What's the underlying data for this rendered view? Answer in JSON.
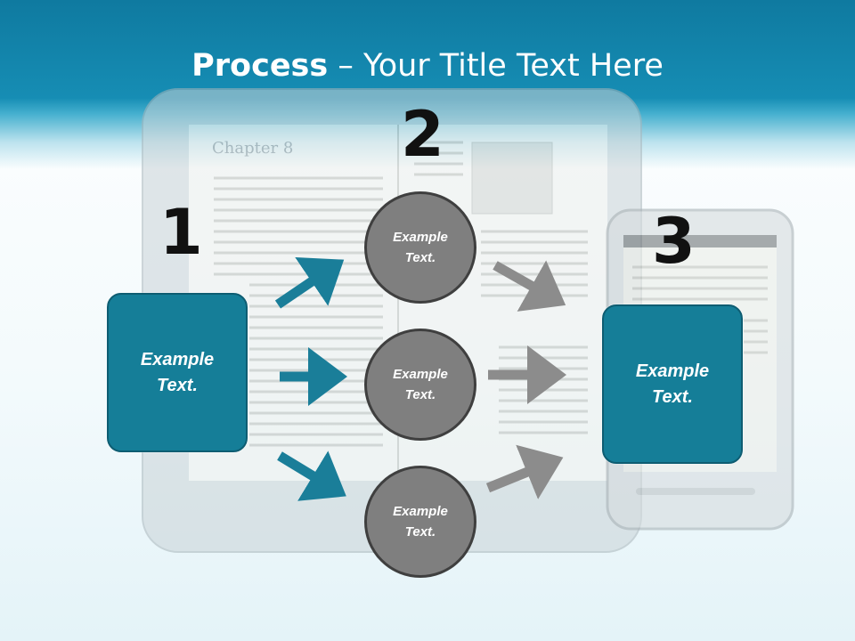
{
  "title": {
    "bold": "Process",
    "rest": " – Your Title Text Here"
  },
  "steps": [
    {
      "number": "1",
      "box_text": "Example\nText."
    },
    {
      "number": "2",
      "circles": [
        "Example\nText.",
        "Example\nText.",
        "Example\nText."
      ]
    },
    {
      "number": "3",
      "box_text": "Example\nText."
    }
  ],
  "background": {
    "book_chapter": "Chapter 8"
  },
  "colors": {
    "header": "#168db4",
    "box_fill": "#157e98",
    "circle_fill": "#7f7f7f",
    "teal_arrow": "#1a7e99",
    "gray_arrow": "#8c8c8c"
  }
}
